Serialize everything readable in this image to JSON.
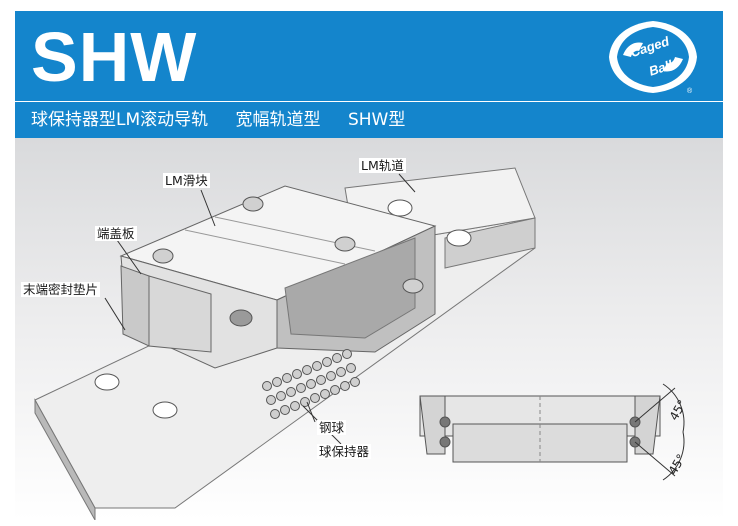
{
  "header": {
    "title": "SHW",
    "subtitle_parts": [
      "球保持器型LM滚动导轨",
      "宽幅轨道型",
      "SHW型"
    ],
    "logo": {
      "line1": "Caged",
      "line2": "Ball",
      "registered": "®"
    }
  },
  "figure": {
    "labels": {
      "lm_block": "LM滑块",
      "lm_rail": "LM轨道",
      "end_plate": "端盖板",
      "end_seal": "末端密封垫片",
      "steel_ball": "钢球",
      "ball_cage": "球保持器"
    },
    "angles": {
      "upper": "45°",
      "lower": "45°"
    }
  },
  "colors": {
    "banner": "#1485cc",
    "text_on_banner": "#ffffff"
  }
}
